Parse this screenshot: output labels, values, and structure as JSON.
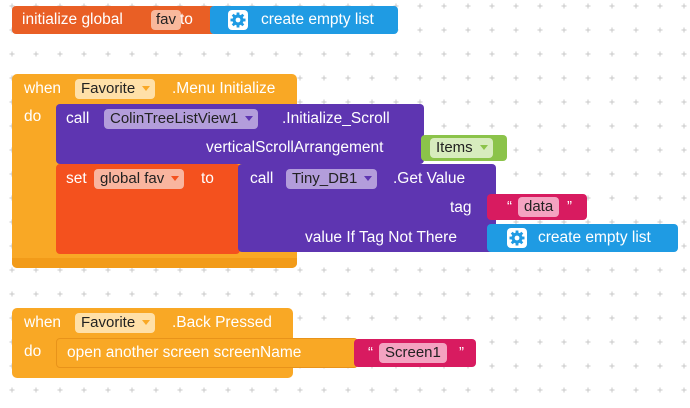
{
  "colors": {
    "global_block": "#e95f25",
    "list_block": "#1f9be3",
    "event_block": "#f9a825",
    "event_block_dark": "#e8931a",
    "method_block": "#5e35b1",
    "setter_block": "#f4511e",
    "items_block": "#8bc34a",
    "text_block": "#d81b60",
    "grid": "#c8c8c8"
  },
  "icons": {
    "mutator": "gear-icon",
    "dropdown": "triangle-down-icon"
  },
  "global_init": {
    "label": "initialize global",
    "name": "fav",
    "to": "to",
    "value": "create empty list"
  },
  "menu_event": {
    "when": "when",
    "component": "Favorite",
    "event": ".Menu Initialize",
    "do": "do",
    "call1": {
      "call": "call",
      "component": "ColinTreeListView1",
      "method": ".Initialize_Scroll",
      "param": "verticalScrollArrangement",
      "param_value": "Items"
    },
    "set": {
      "set": "set",
      "variable": "global fav",
      "to": "to",
      "call": "call",
      "component": "Tiny_DB1",
      "method": ".Get Value",
      "tag_label": "tag",
      "tag_value": "data",
      "default_label": "value If Tag Not There",
      "default_value": "create empty list"
    }
  },
  "back_event": {
    "when": "when",
    "component": "Favorite",
    "event": ".Back Pressed",
    "do": "do",
    "action": "open another screen  screenName",
    "screen_value": "Screen1"
  },
  "quote_open": "“",
  "quote_close": "”"
}
